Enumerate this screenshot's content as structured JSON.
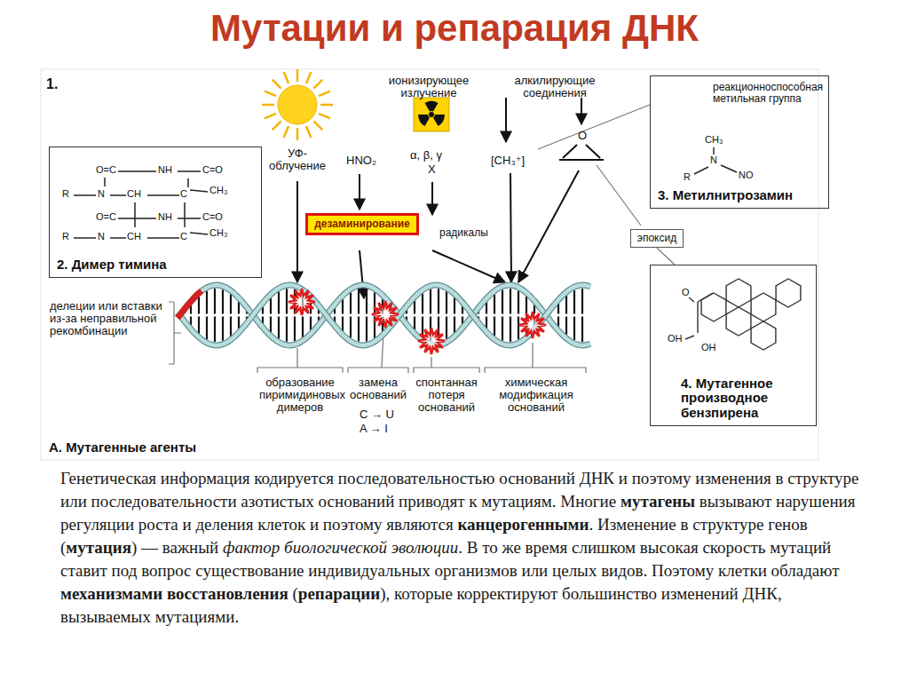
{
  "diagram": {
    "title": "Мутации и репарация ДНК",
    "nodes": [
      {
        "text": [
          "2. Димер тимина"
        ]
      },
      {
        "text": [
          "дезаминирование"
        ]
      },
      {
        "text": [
          "реакционноспособная метильная группа",
          "3. Метилнитрозамин"
        ]
      },
      {
        "text": [
          "эпоксид"
        ]
      },
      {
        "text": [
          "4. Мутагенное производное бензпирена"
        ]
      }
    ],
    "edges": [
      {
        "from": 3,
        "to": 4,
        "arrow": "none"
      }
    ],
    "labels": [
      "1.",
      "ионизирующее излучение",
      "алкилирующие соединения",
      "УФ-облучение",
      "HNO₂",
      "α, β, γ",
      "X",
      "[CH₃⁺]",
      "радикалы",
      "O",
      "CH₃",
      "R",
      "N",
      "NO",
      "O=C",
      "NH",
      "C=O",
      "R",
      "N",
      "CH",
      "C",
      "CH₃",
      "O=C",
      "NH",
      "C=O",
      "R",
      "N",
      "CH",
      "C",
      "CH₃",
      "O",
      "OH",
      "OH",
      "делеции или вставки из-за неправильной рекомбинации",
      "образование пиримидиновых димеров",
      "замена оснований",
      "C → U",
      "A → I",
      "спонтанная потеря оснований",
      "химическая модификация оснований",
      "A. Мутагенные агенты",
      "Генетическая информация кодируется последовательностью оснований ДНК и поэтому изменения в структуре или последовательности азотистых оснований приводят к мутациям. Многие",
      "мутагены",
      "вызывают нарушения регуляции роста и деления клеток и поэтому являются",
      "канцерогенными",
      ". Изменение в структуре генов (",
      "мутация",
      ") — важный",
      "фактор биологической эволюции",
      ". В то же время слишком высокая скорость мутаций ставит под вопрос существование индивидуальных организмов или целых видов. Поэтому клетки обладают",
      "механизмами восстановления",
      "(",
      "репарации",
      "), которые корректируют большинство изменений ДНК, вызываемых мутациями."
    ]
  }
}
